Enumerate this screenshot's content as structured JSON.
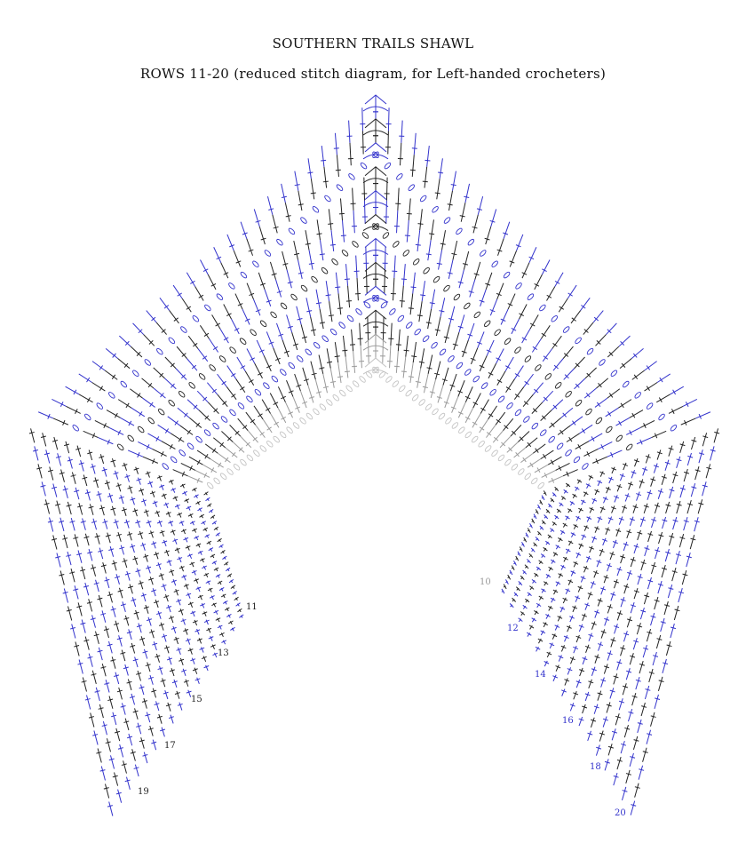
{
  "title": "SOUTHERN TRAILS SHAWL",
  "subtitle": "ROWS 11-20 (reduced stitch diagram, for Left-handed crocheters)",
  "colors": {
    "blue": "#3333cc",
    "black": "#222222",
    "gray": "#9a9a9a",
    "light_gray": "#c4c4c4"
  },
  "row_labels": [
    {
      "text": "10",
      "side": "right",
      "color": "gray"
    },
    {
      "text": "11",
      "side": "left",
      "color": "black"
    },
    {
      "text": "12",
      "side": "right",
      "color": "blue"
    },
    {
      "text": "13",
      "side": "left",
      "color": "black"
    },
    {
      "text": "14",
      "side": "right",
      "color": "blue"
    },
    {
      "text": "15",
      "side": "left",
      "color": "black"
    },
    {
      "text": "16",
      "side": "right",
      "color": "blue"
    },
    {
      "text": "17",
      "side": "left",
      "color": "black"
    },
    {
      "text": "18",
      "side": "right",
      "color": "blue"
    },
    {
      "text": "19",
      "side": "left",
      "color": "black"
    },
    {
      "text": "20",
      "side": "right",
      "color": "blue"
    }
  ],
  "legend": []
}
